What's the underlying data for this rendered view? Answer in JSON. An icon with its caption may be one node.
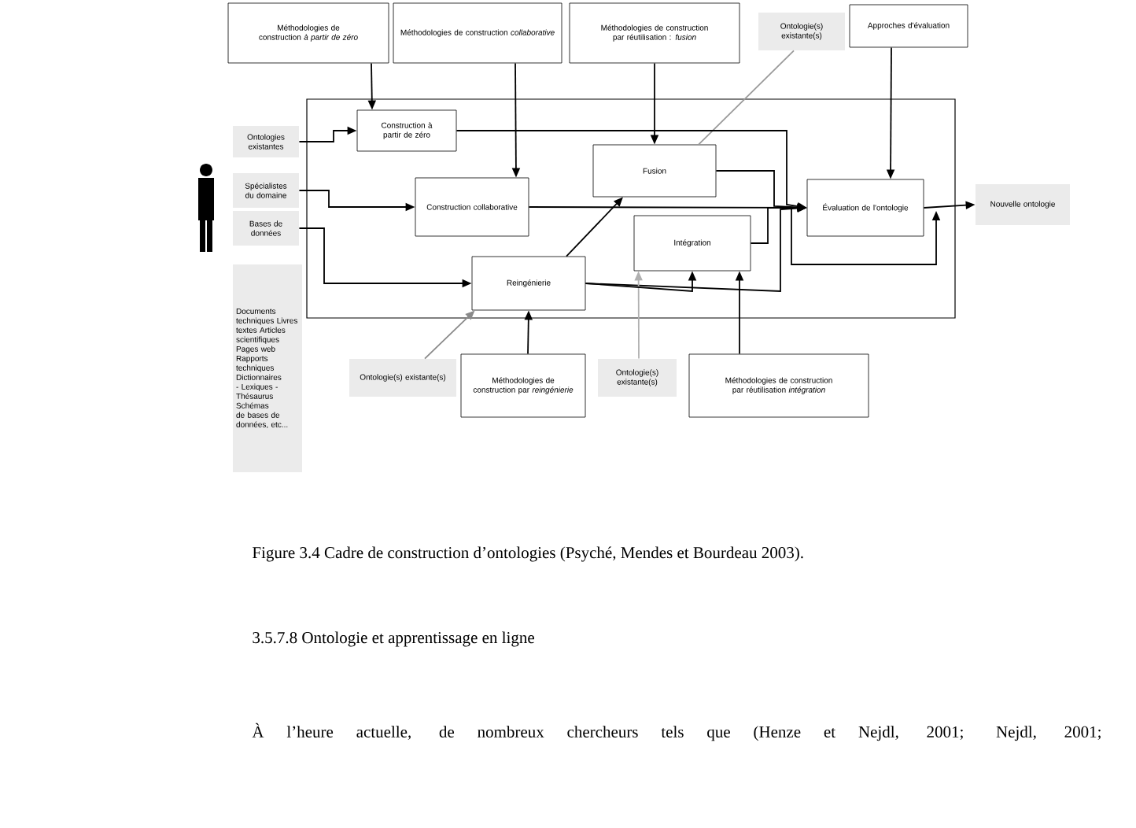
{
  "diagram": {
    "caption": "Figure 3.4 Cadre de construction d’ontologies (Psyché, Mendes et Bourdeau 2003).",
    "nodes": [
      {
        "text": [
          "Méthodologies de construction *à partir de zéro*"
        ]
      },
      {
        "text": [
          "Méthodologies de construction *collaborative*"
        ]
      },
      {
        "text": [
          "Méthodologies de construction par réutilisation : *fusion*"
        ]
      },
      {
        "text": [
          "Ontologie(s) existante(s)"
        ]
      },
      {
        "text": [
          "Approches d'évaluation"
        ]
      },
      {
        "text": [],
        "shape": "box"
      },
      {
        "text": [
          "Ontologies existantes"
        ]
      },
      {
        "text": [
          "Spécialistes du domaine"
        ]
      },
      {
        "text": [
          "Bases de données"
        ]
      },
      {
        "text": [
          "Documents techniques Livres textes Articles scientifiques Pages web Rapports techniques Dictionnaires - Lexiques - Thésaurus Schémas de bases de données, etc..."
        ]
      },
      {
        "text": [
          "Construction à partir de zéro"
        ],
        "in": 5
      },
      {
        "text": [
          "Fusion"
        ],
        "in": 5
      },
      {
        "text": [
          "Construction collaborative"
        ],
        "in": 5
      },
      {
        "text": [
          "Intégration"
        ],
        "in": 5
      },
      {
        "text": [
          "Reingénierie"
        ],
        "in": 5
      },
      {
        "text": [
          "Évaluation de l'ontologie"
        ],
        "in": 5
      },
      {
        "text": [
          "Nouvelle ontologie"
        ]
      },
      {
        "text": [
          "Ontologie(s) existante(s)"
        ]
      },
      {
        "text": [
          "Méthodologies de construction par *reingénierie*"
        ]
      },
      {
        "text": [
          "Ontologie(s) existante(s)"
        ]
      },
      {
        "text": [
          "Méthodologies de construction par réutilisation *intégration*"
        ]
      }
    ],
    "edges": [
      {
        "from": 0,
        "to": 10,
        "arrow": "to"
      },
      {
        "from": 1,
        "to": 12,
        "arrow": "to"
      },
      {
        "from": 2,
        "to": 11,
        "arrow": "to"
      },
      {
        "from": 3,
        "to": 11,
        "arrow": "none",
        "color": "#9a9a9a"
      },
      {
        "from": 4,
        "to": 15,
        "arrow": "to"
      },
      {
        "from": 6,
        "to": 10,
        "arrow": "to"
      },
      {
        "from": 7,
        "to": 12,
        "arrow": "to"
      },
      {
        "from": 8,
        "to": 14,
        "arrow": "to"
      },
      {
        "from": 10,
        "to": 15,
        "arrow": "to"
      },
      {
        "from": 12,
        "to": 15,
        "arrow": "to"
      },
      {
        "from": 11,
        "to": 15,
        "arrow": "to"
      },
      {
        "from": 13,
        "to": 15,
        "arrow": "to"
      },
      {
        "from": 14,
        "to": 15,
        "arrow": "to"
      },
      {
        "from": 14,
        "to": 11,
        "arrow": "to"
      },
      {
        "from": 15,
        "to": 16,
        "arrow": "to"
      },
      {
        "from": 17,
        "to": 14,
        "arrow": "to",
        "color": "#8a8a8a"
      },
      {
        "from": 18,
        "to": 14,
        "arrow": "to"
      },
      {
        "from": 19,
        "to": 13,
        "arrow": "to",
        "color": "#b0b0b0"
      },
      {
        "from": 20,
        "to": 13,
        "arrow": "to"
      },
      {
        "from": 14,
        "to": 13,
        "arrow": "to"
      }
    ],
    "labels": [
      "3.5.7.8 Ontologie et apprentissage en ligne",
      "À l’heure actuelle, de nombreux chercheurs tels que (Henze et Nejdl, 2001; Nejdl, 2001;"
    ]
  }
}
